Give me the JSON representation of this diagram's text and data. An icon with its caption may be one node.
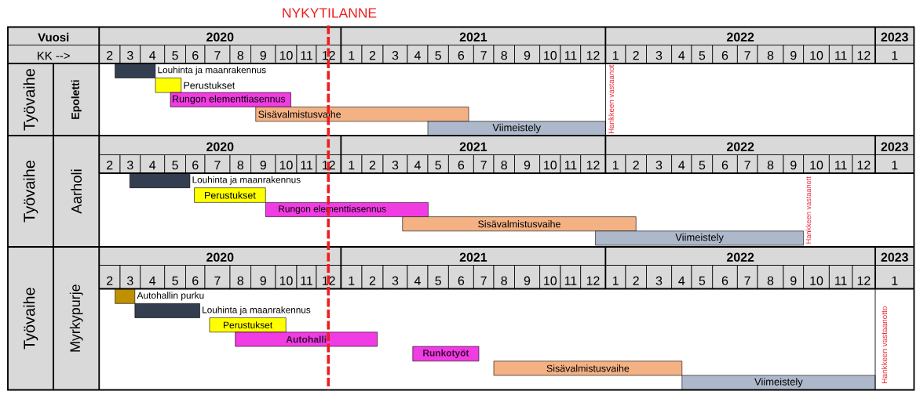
{
  "diagram": {
    "nodes": [
      {
        "text": [],
        "shape": "bar",
        "beside": [
          "Louhinta ja maanrakennus"
        ]
      },
      {
        "text": [],
        "shape": "bar",
        "beside": [
          "Perustukset"
        ]
      },
      {
        "text": [
          "Rungon elementtiasennus"
        ]
      },
      {
        "text": [
          "Sisävalmistusvaihe"
        ]
      },
      {
        "text": [
          "Viimeistely"
        ]
      },
      {
        "text": [],
        "shape": "bar",
        "beside": [
          "Louhinta ja maanrakennus"
        ]
      },
      {
        "text": [
          "Perustukset"
        ]
      },
      {
        "text": [
          "Rungon elementtiasennus"
        ]
      },
      {
        "text": [
          "Sisävalmistusvaihe"
        ]
      },
      {
        "text": [
          "Viimeistely"
        ]
      },
      {
        "text": [],
        "shape": "bar",
        "beside": [
          "Autohallin purku"
        ]
      },
      {
        "text": [],
        "shape": "bar",
        "beside": [
          "Louhinta ja maanrakennus"
        ]
      },
      {
        "text": [
          "Perustukset"
        ]
      },
      {
        "text": [
          "Autohalli"
        ]
      },
      {
        "text": [
          "Runkotyöt"
        ]
      },
      {
        "text": [
          "Sisävalmistusvaihe"
        ]
      },
      {
        "text": [
          "Viimeistely"
        ]
      }
    ],
    "labels": [
      "NYKYTILANNE",
      "Vuosi",
      "2020",
      "2021",
      "2022",
      "2023",
      "KK -->",
      "2",
      "3",
      "4",
      "5",
      "6",
      "7",
      "8",
      "9",
      "10",
      "11",
      "12",
      "1",
      "2",
      "3",
      "4",
      "5",
      "6",
      "7",
      "8",
      "9",
      "10",
      "11",
      "12",
      "1",
      "2",
      "3",
      "4",
      "5",
      "6",
      "7",
      "8",
      "9",
      "10",
      "11",
      "12",
      "1",
      "Työvaihe",
      "Epoletti",
      "Hankkeen vastaanot",
      "Työvaihe",
      "Aarholi",
      "2020",
      "2021",
      "2022",
      "2023",
      "2",
      "3",
      "4",
      "5",
      "6",
      "7",
      "8",
      "9",
      "10",
      "11",
      "12",
      "1",
      "2",
      "3",
      "4",
      "5",
      "6",
      "7",
      "8",
      "9",
      "10",
      "11",
      "12",
      "1",
      "2",
      "3",
      "4",
      "5",
      "6",
      "7",
      "8",
      "9",
      "10",
      "11",
      "12",
      "1",
      "Hankkeen vastaanott",
      "Työvaihe",
      "Myrkypurje",
      "2020",
      "2021",
      "2022",
      "2023",
      "2",
      "3",
      "4",
      "5",
      "6",
      "7",
      "8",
      "9",
      "10",
      "11",
      "12",
      "1",
      "2",
      "3",
      "4",
      "5",
      "6",
      "7",
      "8",
      "9",
      "10",
      "11",
      "12",
      "1",
      "2",
      "3",
      "4",
      "5",
      "6",
      "7",
      "8",
      "9",
      "10",
      "11",
      "12",
      "1",
      "Hankkeen vastaanotto"
    ]
  }
}
